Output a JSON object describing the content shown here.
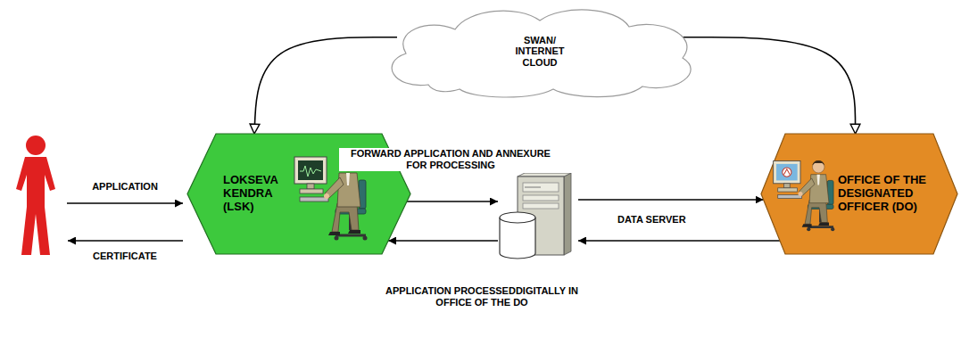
{
  "diagram": {
    "nodes": [
      {
        "text": [
          "SWAN/ INTERNET CLOUD"
        ]
      },
      {
        "text": [
          "LOKSEVA KENDRA (LSK)"
        ]
      },
      {
        "text": [
          "DATA SERVER"
        ]
      },
      {
        "text": [
          "OFFICE OF THE DESIGNATED OFFICER (DO)"
        ]
      }
    ],
    "edges": [
      {
        "from": 1,
        "to": 2,
        "arrow": "to",
        "label": "FORWARD APPLICATION AND ANNEXURE FOR PROCESSING"
      },
      {
        "from": 2,
        "to": 3,
        "arrow": "to"
      },
      {
        "from": 3,
        "to": 2,
        "arrow": "to"
      },
      {
        "from": 2,
        "to": 1,
        "arrow": "to",
        "label": "APPLICATION PROCESSEDDIGITALLY IN OFFICE OF THE DO"
      },
      {
        "from": 0,
        "to": 1,
        "arrow": "to"
      },
      {
        "from": 0,
        "to": 3,
        "arrow": "to"
      }
    ],
    "labels": [
      "APPLICATION",
      "CERTIFICATE"
    ]
  }
}
